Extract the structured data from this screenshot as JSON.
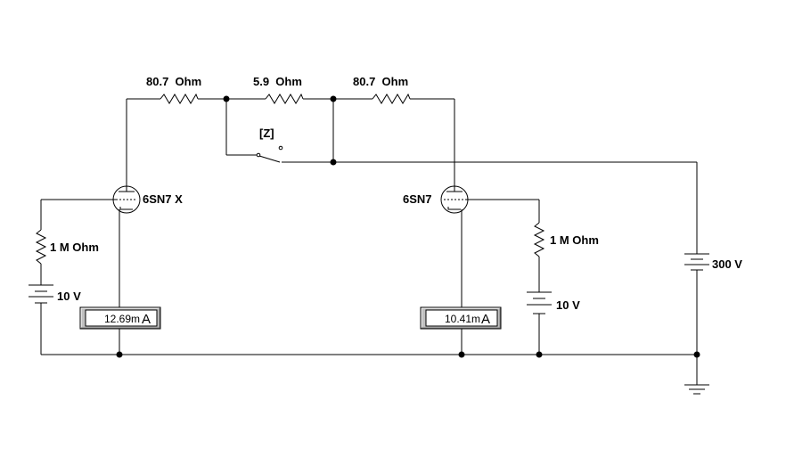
{
  "resistors": {
    "r_top_left": "80.7  Ohm",
    "r_top_mid": "5.9  Ohm",
    "r_top_right": "80.7  Ohm",
    "r_grid_left": "1 M Ohm",
    "r_grid_right": "1 M Ohm"
  },
  "tubes": {
    "left": "6SN7 X",
    "right": "6SN7"
  },
  "switch": {
    "key": "[Z]"
  },
  "sources": {
    "bias_left": "10 V",
    "bias_right": "10 V",
    "supply": "300 V"
  },
  "meters": {
    "left": {
      "value": "12.69m",
      "unit": "A"
    },
    "right": {
      "value": "10.41m",
      "unit": "A"
    }
  },
  "colors": {
    "wire": "#000000",
    "meter_face": "#ffffff",
    "meter_bevel_light": "#ffffff",
    "meter_bevel_dark": "#808080"
  }
}
